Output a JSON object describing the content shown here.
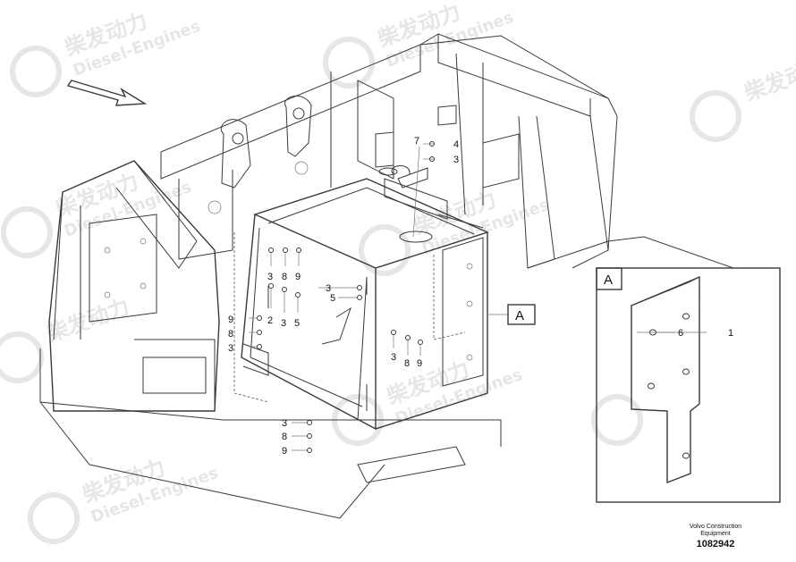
{
  "watermark": {
    "text_cn": "柴发动力",
    "text_en": "Diesel-Engines"
  },
  "view_label": "A",
  "detail": {
    "label": "A",
    "callouts": [
      "6",
      "1"
    ]
  },
  "callouts": {
    "top_group": [
      "7",
      "4",
      "3"
    ],
    "left_upper": [
      "3",
      "8",
      "9"
    ],
    "left_mid": [
      "2",
      "3",
      "5"
    ],
    "center_mid": [
      "3",
      "5"
    ],
    "left_lower": [
      "9",
      "8",
      "3"
    ],
    "right_group": [
      "3",
      "8",
      "9"
    ],
    "bottom_group": [
      "3",
      "8",
      "9"
    ]
  },
  "footer": {
    "brand_line1": "Volvo Construction",
    "brand_line2": "Equipment",
    "drawing_number": "1082942"
  }
}
